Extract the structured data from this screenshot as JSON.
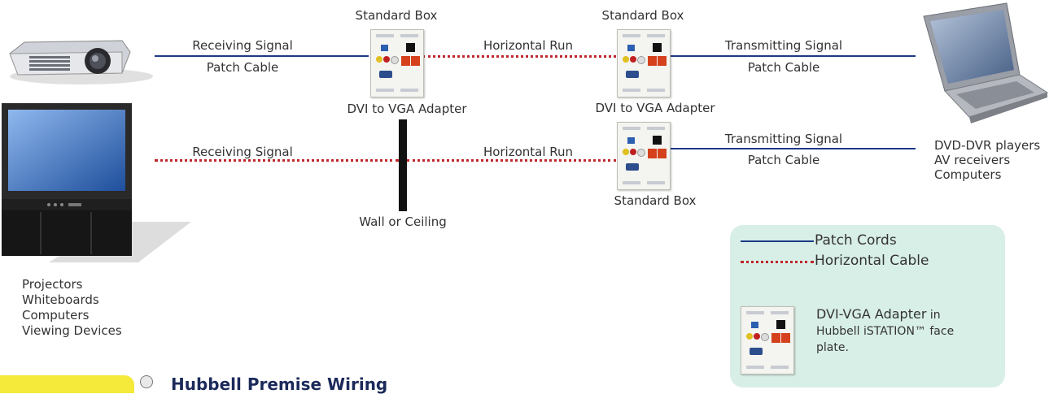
{
  "labels": {
    "standard_box_1": "Standard Box",
    "standard_box_2": "Standard Box",
    "standard_box_3": "Standard Box",
    "receiving_signal_top": "Receiving Signal",
    "patch_cable_left": "Patch Cable",
    "horizontal_run_top": "Horizontal Run",
    "transmitting_signal_top": "Transmitting Signal",
    "patch_cable_right_top": "Patch Cable",
    "dvi_vga_1": "DVI to VGA Adapter",
    "dvi_vga_2": "DVI to VGA Adapter",
    "receiving_signal_bottom": "Receiving Signal",
    "horizontal_run_bottom": "Horizontal Run",
    "transmitting_signal_bottom": "Transmitting Signal",
    "patch_cable_right_bottom": "Patch Cable",
    "wall_or_ceiling": "Wall or Ceiling"
  },
  "left_devices": [
    "Projectors",
    "Whiteboards",
    "Computers",
    "Viewing Devices"
  ],
  "right_devices": [
    "DVD-DVR players",
    "AV receivers",
    "Computers"
  ],
  "legend": {
    "patch_cords": "Patch Cords",
    "horizontal_cable": "Horizontal Cable",
    "adapter_title": "DVI-VGA Adapter",
    "adapter_text": " in Hubbell iSTATION™ face plate."
  },
  "footer": {
    "title": "Hubbell Premise Wiring"
  },
  "colors": {
    "patch_cord": "#1b3a86",
    "horizontal_cable": "#c0262c",
    "legend_bg": "#d8efe7",
    "footer_tab": "#f5e93a"
  }
}
